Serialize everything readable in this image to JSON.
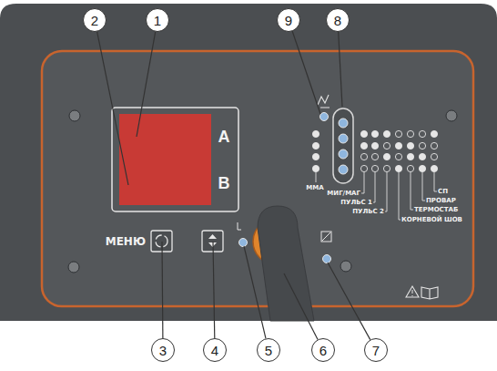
{
  "diagram": {
    "nodes": [
      {
        "text": [
          "2"
        ]
      },
      {
        "text": [
          "1"
        ]
      },
      {
        "text": [
          "9"
        ]
      },
      {
        "text": [
          "8"
        ]
      },
      {
        "text": [
          "3"
        ]
      },
      {
        "text": [
          "4"
        ]
      },
      {
        "text": [
          "5"
        ]
      },
      {
        "text": [
          "6"
        ]
      },
      {
        "text": [
          "7"
        ]
      }
    ],
    "labels": [
      "A",
      "B",
      "МЕНЮ",
      "ММА",
      "МИГ/МАГ",
      "ПУЛЬС 1",
      "ПУЛЬС 2",
      "КОРНЕВОЙ ШОВ",
      "ТЕРМОСТАБ",
      "ПРОВАР",
      "СП"
    ]
  }
}
